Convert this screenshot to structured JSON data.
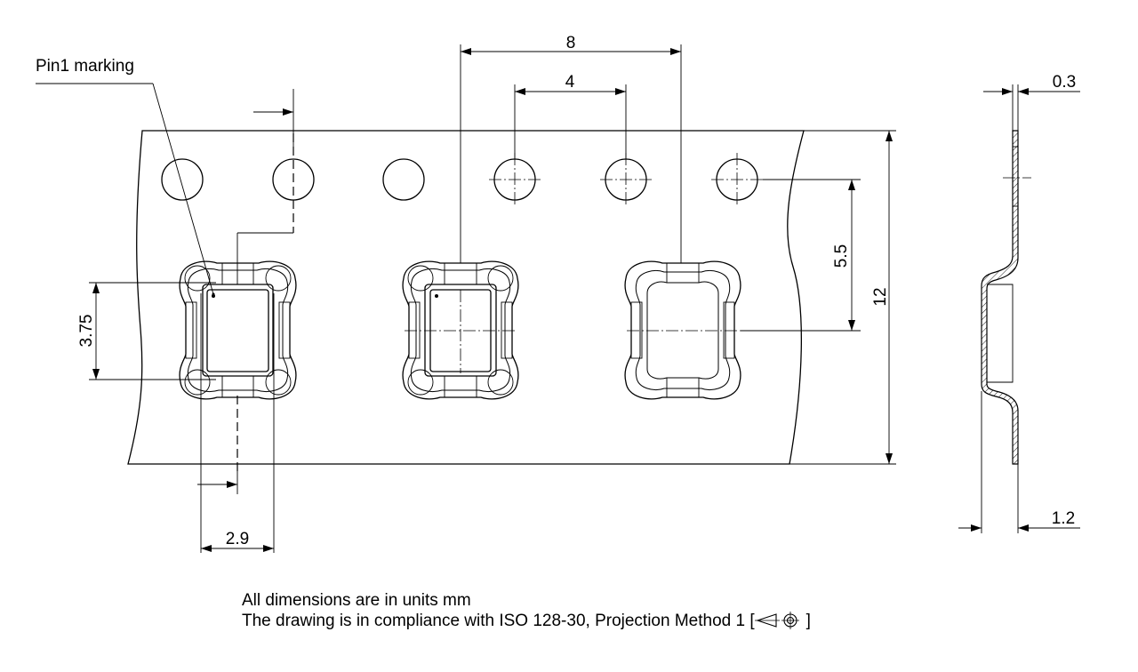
{
  "labels": {
    "pin1": "Pin1 marking",
    "pitch": "8",
    "hole_pitch": "4",
    "pocket_len": "3.75",
    "pocket_wid": "2.9",
    "hole_to_center": "5.5",
    "tape_width": "12",
    "thickness": "0.3",
    "depth": "1.2"
  },
  "notes": {
    "line1": "All dimensions are in units mm",
    "line2": "The drawing is in compliance with ISO 128-30, Projection Method 1 [",
    "line2_end": "]"
  },
  "icons": {
    "projection": "first-angle-projection-icon"
  }
}
